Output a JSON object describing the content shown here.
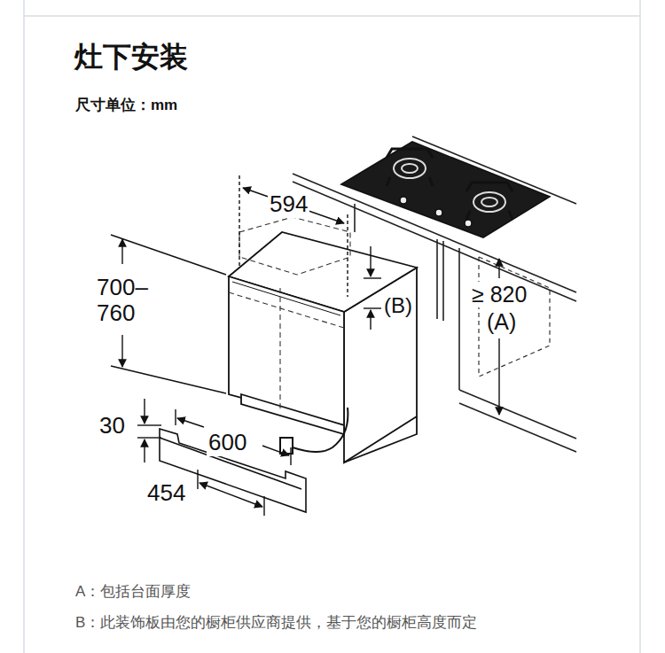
{
  "diagram": {
    "title": "灶下安装",
    "labels": [
      "尺寸单位：mm",
      "594",
      "700– 760",
      "(B)",
      "≥ 820",
      "(A)",
      "30",
      "600",
      "454",
      "A：包括台面厚度",
      "B：此装饰板由您的橱柜供应商提供，基于您的橱柜高度而定"
    ]
  }
}
